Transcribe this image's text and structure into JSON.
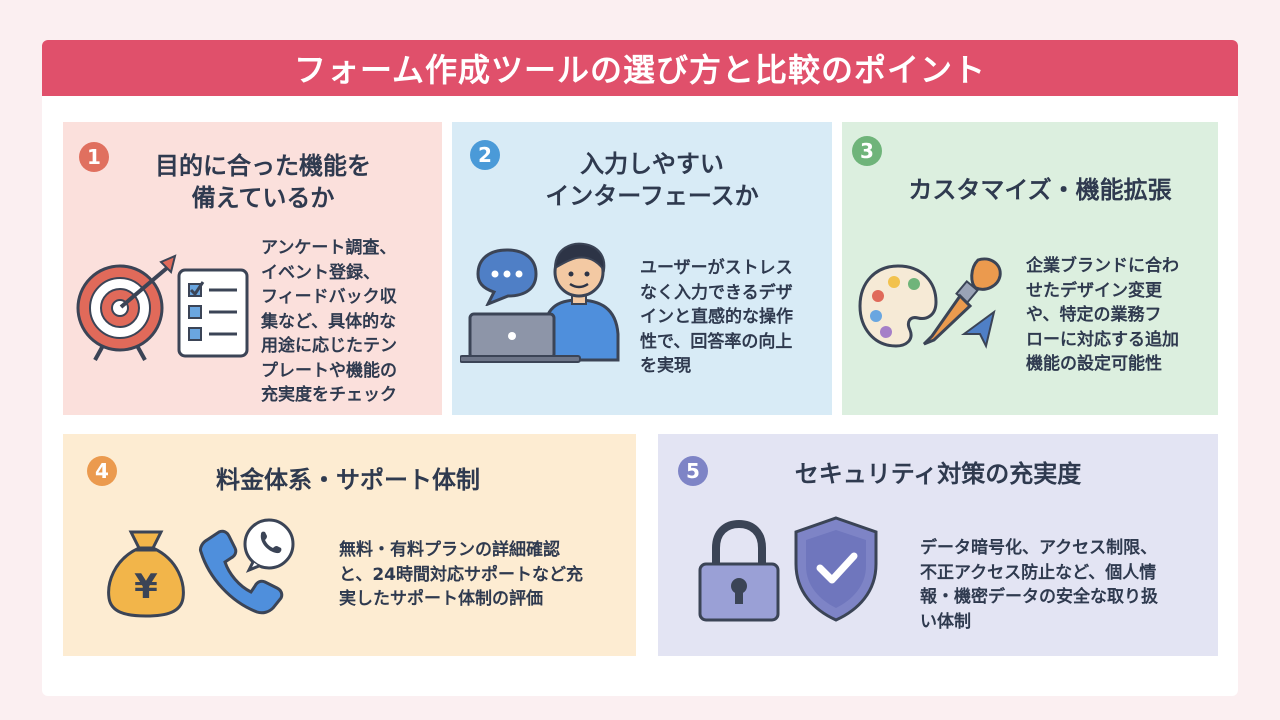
{
  "header": {
    "title": "フォーム作成ツールの選び方と比較のポイント"
  },
  "cards": [
    {
      "number": "1",
      "title_lines": [
        "目的に合った機能を",
        "備えているか"
      ],
      "description_lines": [
        "アンケート調査、",
        "イベント登録、",
        "フィードバック収",
        "集など、具体的な",
        "用途に応じたテン",
        "プレートや機能の",
        "充実度をチェック"
      ],
      "badge_color": "#e0705f",
      "icons": [
        "target-icon",
        "checklist-icon"
      ]
    },
    {
      "number": "2",
      "title_lines": [
        "入力しやすい",
        "インターフェースか"
      ],
      "description_lines": [
        "ユーザーがストレス",
        "なく入力できるデザ",
        "インと直感的な操作",
        "性で、回答率の向上",
        "を実現"
      ],
      "badge_color": "#4a9ad8",
      "icons": [
        "chat-bubble-icon",
        "person-laptop-icon"
      ]
    },
    {
      "number": "3",
      "title_lines": [
        "カスタマイズ・機能拡張"
      ],
      "description_lines": [
        "企業ブランドに合わ",
        "せたデザイン変更",
        "や、特定の業務フ",
        "ローに対応する追加",
        "機能の設定可能性"
      ],
      "badge_color": "#6fb47a",
      "icons": [
        "palette-icon",
        "brush-icon"
      ]
    },
    {
      "number": "4",
      "title_lines": [
        "料金体系・サポート体制"
      ],
      "description_lines": [
        "無料・有料プランの詳細確認",
        "と、24時間対応サポートなど充",
        "実したサポート体制の評価"
      ],
      "badge_color": "#eb9a4e",
      "icons": [
        "money-bag-icon",
        "phone-icon"
      ]
    },
    {
      "number": "5",
      "title_lines": [
        "セキュリティ対策の充実度"
      ],
      "description_lines": [
        "データ暗号化、アクセス制限、",
        "不正アクセス防止など、個人情",
        "報・機密データの安全な取り扱",
        "い体制"
      ],
      "badge_color": "#7e84c6",
      "icons": [
        "padlock-icon",
        "shield-check-icon"
      ]
    }
  ],
  "icon_glyphs": {
    "money": "¥"
  }
}
